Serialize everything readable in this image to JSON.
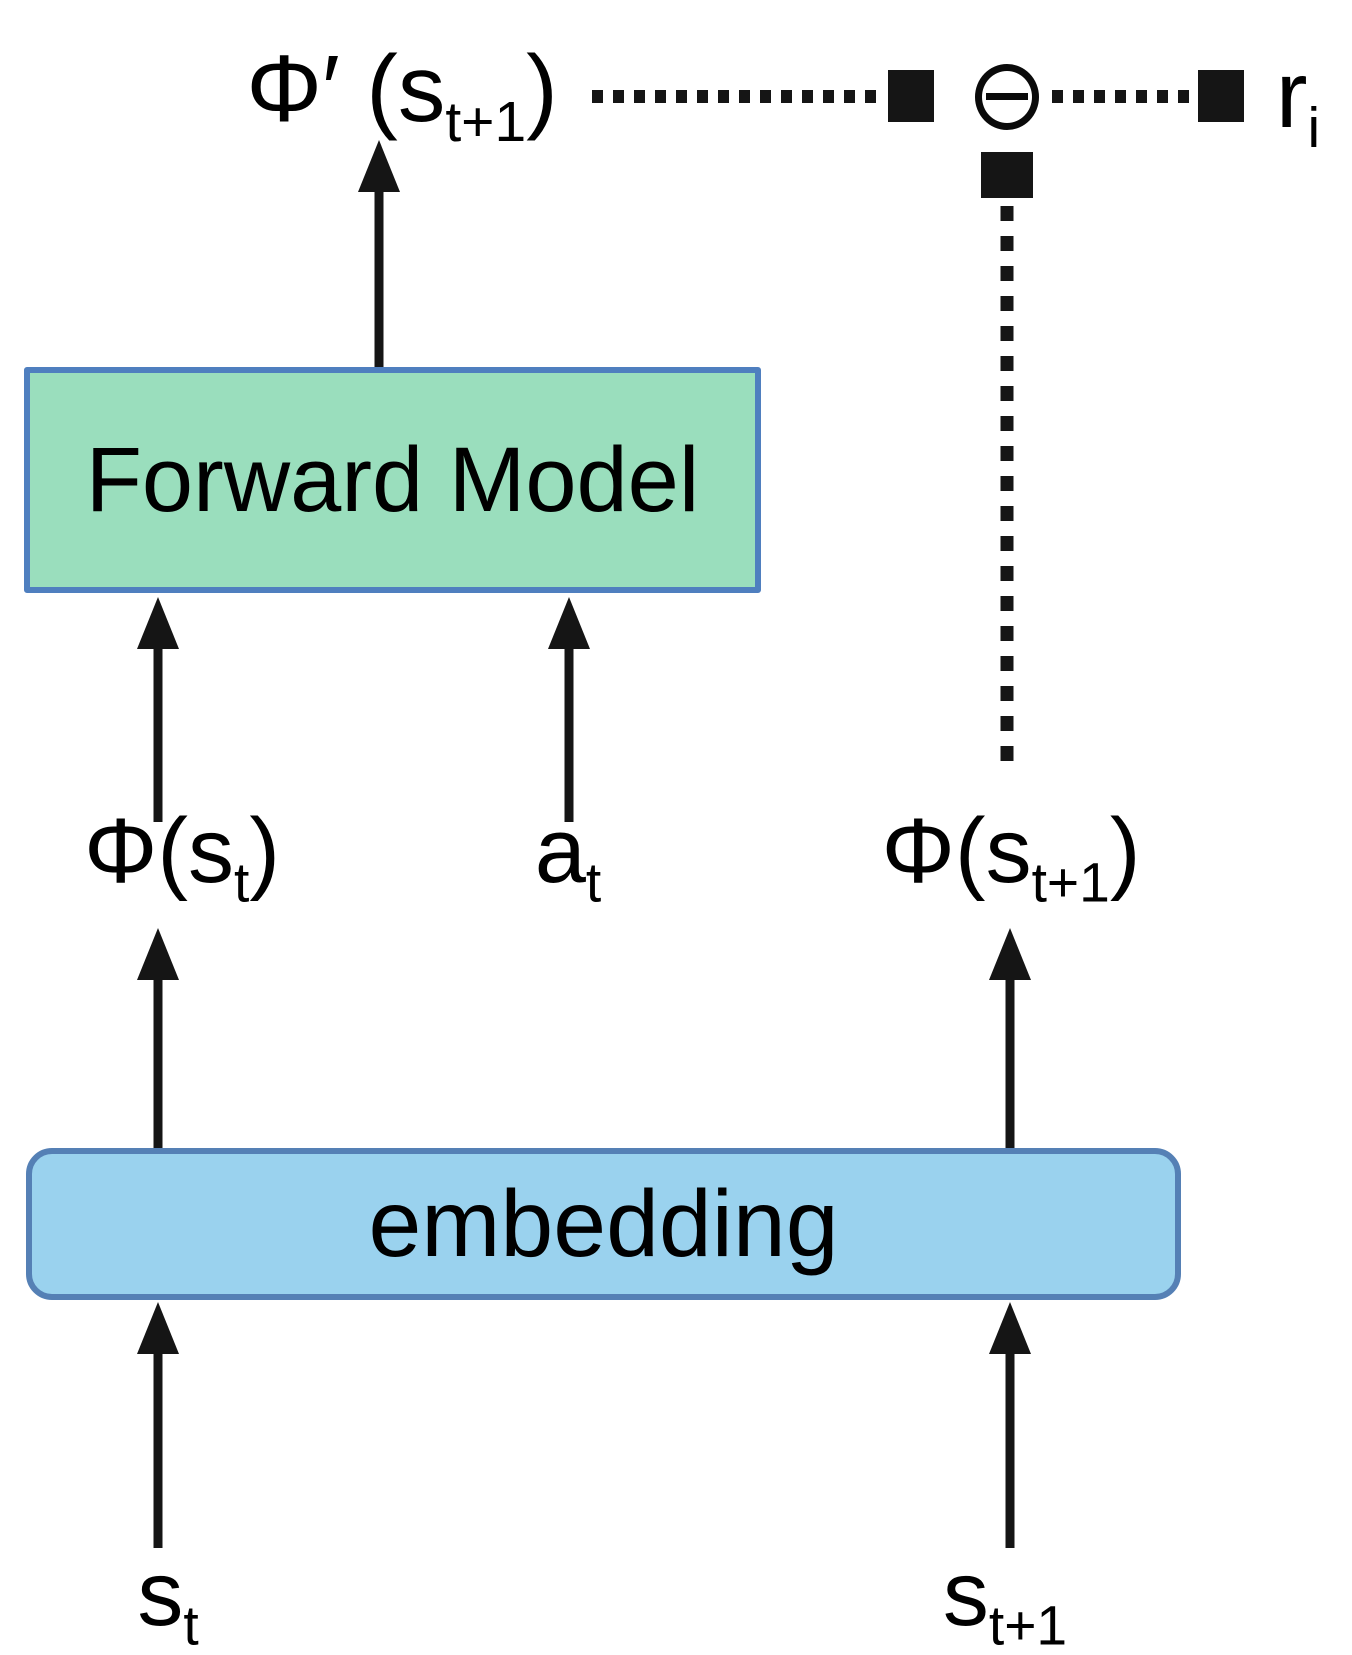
{
  "diagram_title": "forward-model-intrinsic-reward-diagram",
  "boxes": {
    "forward_model": "Forward Model",
    "embedding": "embedding"
  },
  "labels": {
    "predicted_next_embedding": {
      "main": "Φ′ (s",
      "sub": "t+1",
      "end": ")"
    },
    "intrinsic_reward": {
      "main": "r",
      "sub": "i"
    },
    "state_embedding_t": {
      "main": "Φ(s",
      "sub": "t",
      "end": ")"
    },
    "action_t": {
      "main": "a",
      "sub": "t"
    },
    "state_embedding_t1": {
      "main": "Φ(s",
      "sub": "t+1",
      "end": ")"
    },
    "state_t": {
      "main": "s",
      "sub": "t"
    },
    "state_t1": {
      "main": "s",
      "sub": "t+1"
    }
  },
  "icons": {
    "minus_circle": "circled-minus-difference-operator",
    "solid_arrow": "up-arrow",
    "dotted_arrow": "dotted-arrow"
  },
  "colors": {
    "forward_model_fill": "#9adebd",
    "forward_model_border": "#4f7fbf",
    "embedding_fill": "#9ad2ee",
    "embedding_border": "#5580b5",
    "arrow_and_text": "#151515",
    "background": "#ffffff"
  }
}
